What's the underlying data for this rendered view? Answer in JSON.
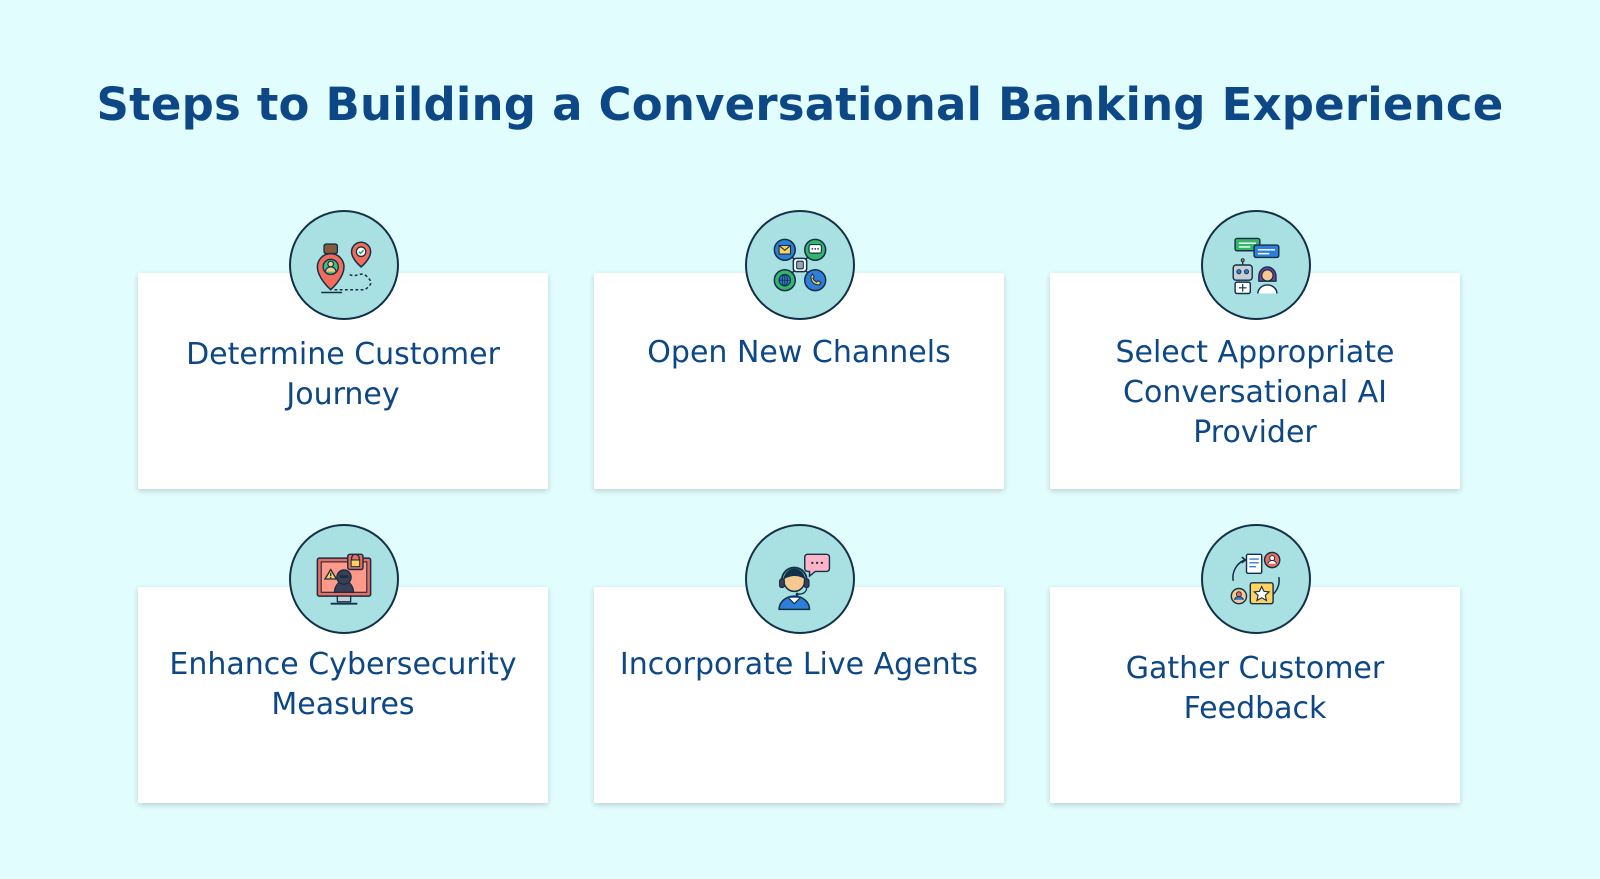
{
  "title": "Steps to Building a Conversational Banking Experience",
  "steps": [
    {
      "label": "Determine Customer Journey",
      "icon": "customer-journey-map-icon"
    },
    {
      "label": "Open New Channels",
      "icon": "communication-channels-icon"
    },
    {
      "label": "Select Appropriate Conversational AI Provider",
      "icon": "ai-chatbot-provider-icon"
    },
    {
      "label": "Enhance Cybersecurity Measures",
      "icon": "cybersecurity-hacker-icon"
    },
    {
      "label": "Incorporate Live Agents",
      "icon": "live-agent-headset-icon"
    },
    {
      "label": "Gather Customer Feedback",
      "icon": "customer-feedback-review-icon"
    }
  ],
  "colors": {
    "background": "#e2fdfe",
    "title": "#0d4786",
    "card": "#ffffff",
    "badge": "#a9e0e2",
    "badge_border": "#123048"
  }
}
